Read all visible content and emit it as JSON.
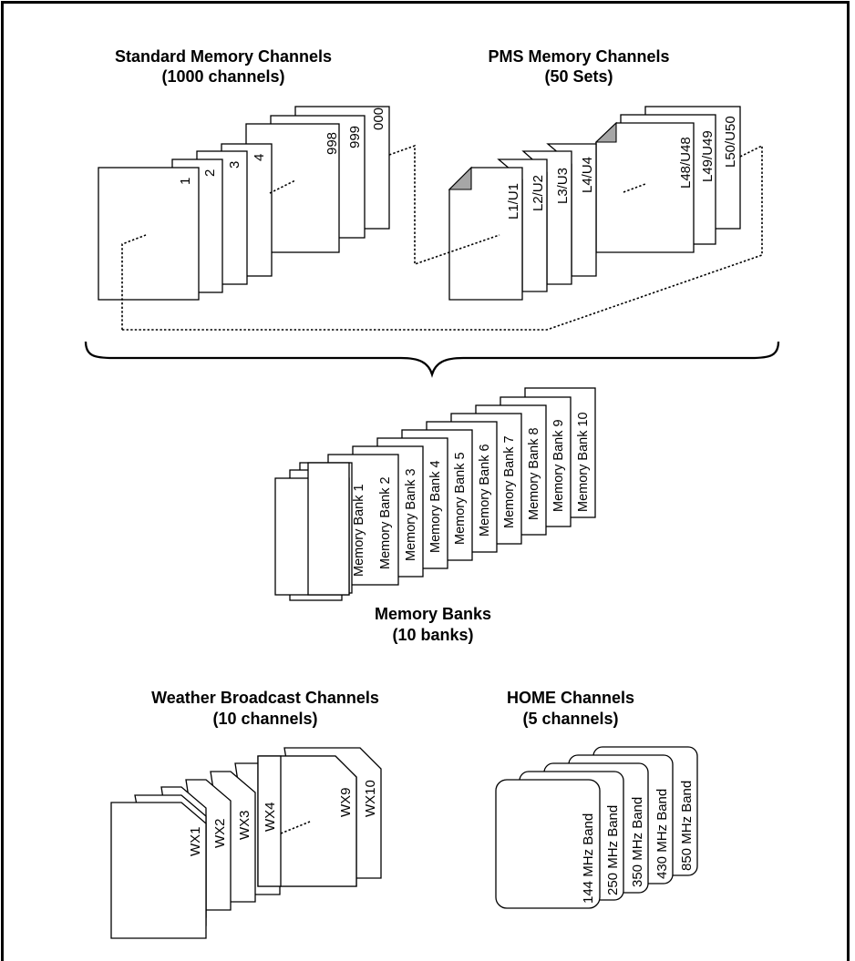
{
  "standard": {
    "title": "Standard Memory Channels",
    "subtitle": "(1000 channels)",
    "labels": [
      "1",
      "2",
      "3",
      "4",
      "998",
      "999",
      "000"
    ]
  },
  "pms": {
    "title": "PMS Memory Channels",
    "subtitle": "(50 Sets)",
    "labels": [
      "L1/U1",
      "L2/U2",
      "L3/U3",
      "L4/U4",
      "L48/U48",
      "L49/U49",
      "L50/U50"
    ]
  },
  "banks": {
    "title": "Memory Banks",
    "subtitle": "(10 banks)",
    "labels": [
      "Memory Bank 1",
      "Memory Bank 2",
      "Memory Bank 3",
      "Memory Bank 4",
      "Memory Bank 5",
      "Memory Bank 6",
      "Memory Bank 7",
      "Memory Bank 8",
      "Memory Bank 9",
      "Memory Bank 10"
    ]
  },
  "weather": {
    "title": "Weather Broadcast Channels",
    "subtitle": "(10 channels)",
    "labels": [
      "WX1",
      "WX2",
      "WX3",
      "WX4",
      "WX9",
      "WX10"
    ]
  },
  "home": {
    "title": "HOME Channels",
    "subtitle": "(5 channels)",
    "labels": [
      "144 MHz Band",
      "250 MHz Band",
      "350 MHz Band",
      "430 MHz Band",
      "850 MHz Band"
    ]
  }
}
